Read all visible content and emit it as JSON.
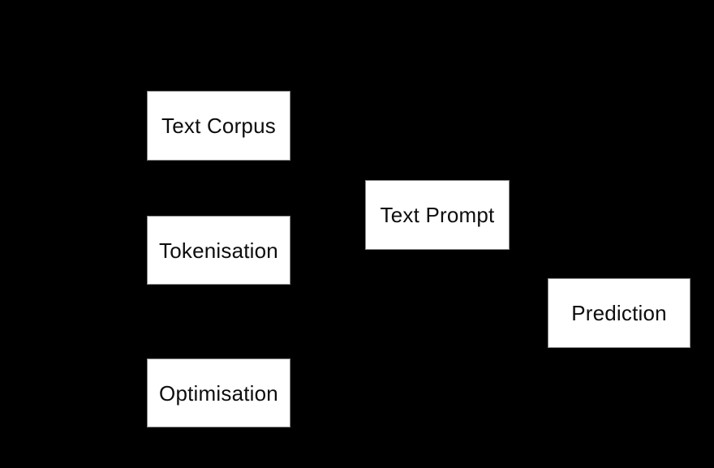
{
  "diagram": {
    "background_color": "#000000",
    "node_fill_color": "#ffffff",
    "node_border_color": "#8a8a8a",
    "node_text_color": "#0d0d0d",
    "nodes": [
      {
        "id": "text-corpus",
        "label": "Text Corpus"
      },
      {
        "id": "tokenisation",
        "label": "Tokenisation"
      },
      {
        "id": "optimisation",
        "label": "Optimisation"
      },
      {
        "id": "text-prompt",
        "label": "Text Prompt"
      },
      {
        "id": "prediction",
        "label": "Prediction"
      }
    ]
  }
}
